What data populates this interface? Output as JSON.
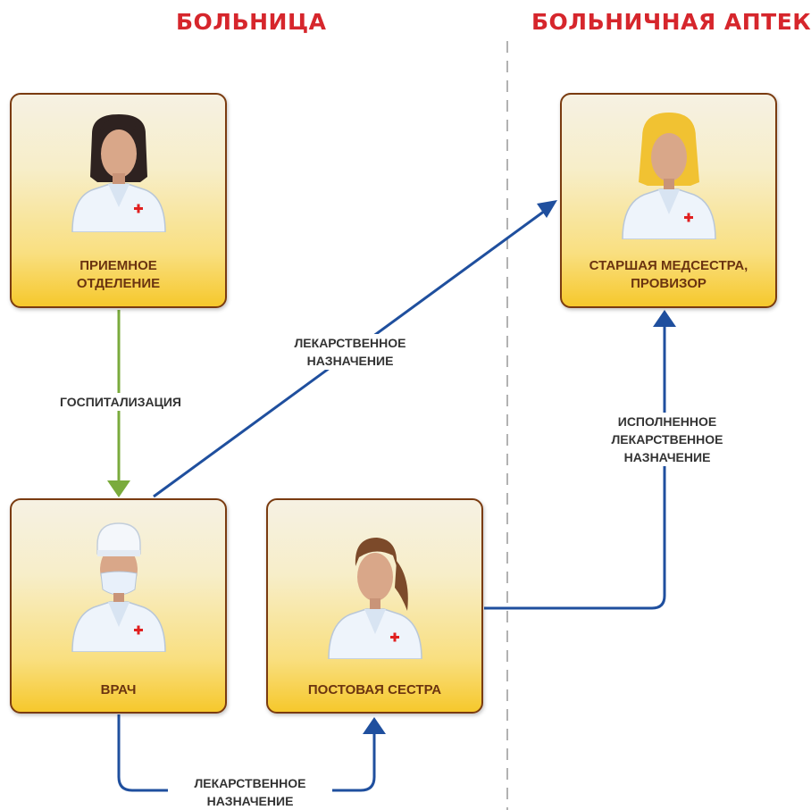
{
  "sections": {
    "hospital": "БОЛЬНИЦА",
    "pharmacy": "БОЛЬНИЧНАЯ АПТЕКА"
  },
  "nodes": {
    "admission": "ПРИЕМНОЕ\nОТДЕЛЕНИЕ",
    "doctor": "ВРАЧ",
    "nurse": "ПОСТОВАЯ СЕСТРА",
    "head_nurse": "СТАРШАЯ МЕДСЕСТРА,\nПРОВИЗОР"
  },
  "edges": {
    "hospitalization": "ГОСПИТАЛИЗАЦИЯ",
    "prescription_to_pharmacy": "ЛЕКАРСТВЕННОЕ\nНАЗНАЧЕНИЕ",
    "executed_prescription": "ИСПОЛНЕННОЕ\nЛЕКАРСТВЕННОЕ\nНАЗНАЧЕНИЕ",
    "prescription_to_nurse": "ЛЕКАРСТВЕННОЕ\nНАЗНАЧЕНИЕ"
  },
  "colors": {
    "title_red": "#d6262c",
    "arrow_green": "#7aab3c",
    "arrow_blue": "#1f4f9e",
    "card_border": "#7a3b10",
    "divider": "#999999"
  },
  "icons": {
    "admission": "female-doctor-dark-hair-icon",
    "doctor": "male-doctor-mask-icon",
    "nurse": "female-nurse-brown-hair-icon",
    "head_nurse": "female-pharmacist-blonde-icon"
  }
}
